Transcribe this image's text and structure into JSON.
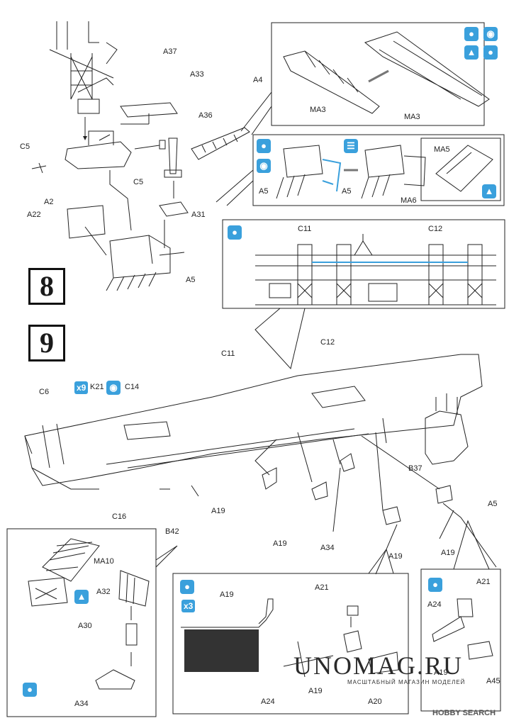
{
  "steps": {
    "step8": "8",
    "step9": "9"
  },
  "icons": {
    "multiply9": "x9",
    "multiply3": "x3"
  },
  "labels": {
    "A37": "A37",
    "A33": "A33",
    "A4": "A4",
    "A36": "A36",
    "C5a": "C5",
    "C5b": "C5",
    "A2": "A2",
    "A22": "A22",
    "A31": "A31",
    "A5": "A5",
    "MA3a": "MA3",
    "MA3b": "MA3",
    "A5_inset_a": "A5",
    "A5_inset_b": "A5",
    "MA6": "MA6",
    "MA5": "MA5",
    "C11_inset": "C11",
    "C12_inset": "C12",
    "C11": "C11",
    "C12": "C12",
    "C6": "C6",
    "K21": "K21",
    "C14": "C14",
    "B37": "B37",
    "A5_ship": "A5",
    "C16": "C16",
    "B42": "B42",
    "A19_1": "A19",
    "A19_2": "A19",
    "A34": "A34",
    "A19_3": "A19",
    "A19_4": "A19",
    "MA10": "MA10",
    "A32": "A32",
    "A30": "A30",
    "A34_inset": "A34",
    "A19_inset": "A19",
    "A21_inset": "A21",
    "A24_inset": "A24",
    "A19_inset_b": "A19",
    "A20": "A20",
    "A21_right": "A21",
    "A24_right": "A24",
    "A19_right": "A19",
    "A45": "A45"
  },
  "watermark": {
    "main": "UNOMAG.RU",
    "sub": "МАСШТАБНЫЙ МАГАЗИН МОДЕЛЕЙ"
  },
  "footer": {
    "hobbysearch": "HOBBY SEARCH"
  }
}
